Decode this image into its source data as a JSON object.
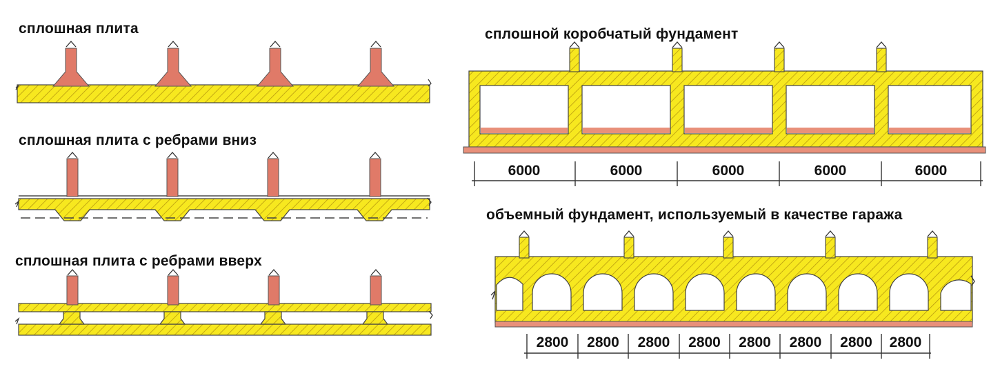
{
  "titles": {
    "solid_slab": "сплошная плита",
    "slab_ribs_down": "сплошная плита с ребрами вниз",
    "slab_ribs_up": "сплошная плита с ребрами вверх",
    "box_foundation": "сплошной коробчатый фундамент",
    "volume_foundation": "объемный фундамент, используемый в качестве гаража"
  },
  "box_spans": [
    "6000",
    "6000",
    "6000",
    "6000",
    "6000"
  ],
  "garage_spans": [
    "2800",
    "2800",
    "2800",
    "2800",
    "2800",
    "2800",
    "2800",
    "2800"
  ],
  "colors": {
    "concrete_yellow": "#f7e81f",
    "hatch": "#b89a10",
    "column_red": "#e07a68",
    "outline": "#333333"
  }
}
